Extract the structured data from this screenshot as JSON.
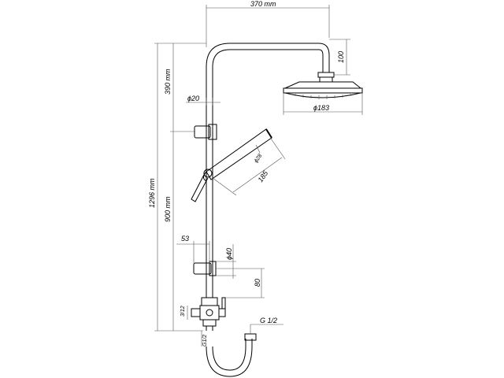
{
  "dimensions": {
    "arm_width": "370 mm",
    "arm_drop": "100",
    "top_section": "390 mm",
    "pipe_diameter": "ϕ20",
    "head_diameter": "ϕ183",
    "total_height": "1296 mm",
    "hand_shower_diameter": "ϕ28",
    "hand_shower_length": "185",
    "lower_section": "900 mm",
    "bracket_offset": "53",
    "bracket_diameter": "ϕ40",
    "bracket_height": "80",
    "inlet_thread": "G 1/2",
    "outlet_thread_side": "3/12",
    "outlet_thread_bottom": "G1/2"
  }
}
